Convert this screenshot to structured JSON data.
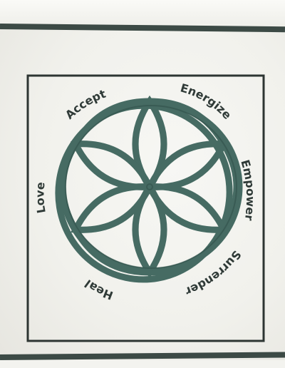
{
  "patch": {
    "words": {
      "accept": "Accept",
      "energize": "Energize",
      "empower": "Empower",
      "surrender": "Surrender",
      "heal": "Heal",
      "love": "Love"
    },
    "colors": {
      "thread": "#466b63",
      "thread_dark": "#2f4f48",
      "border": "#2d3532",
      "fabric": "#f3f3ef"
    },
    "motif": "seed-of-life-flower-icon"
  }
}
